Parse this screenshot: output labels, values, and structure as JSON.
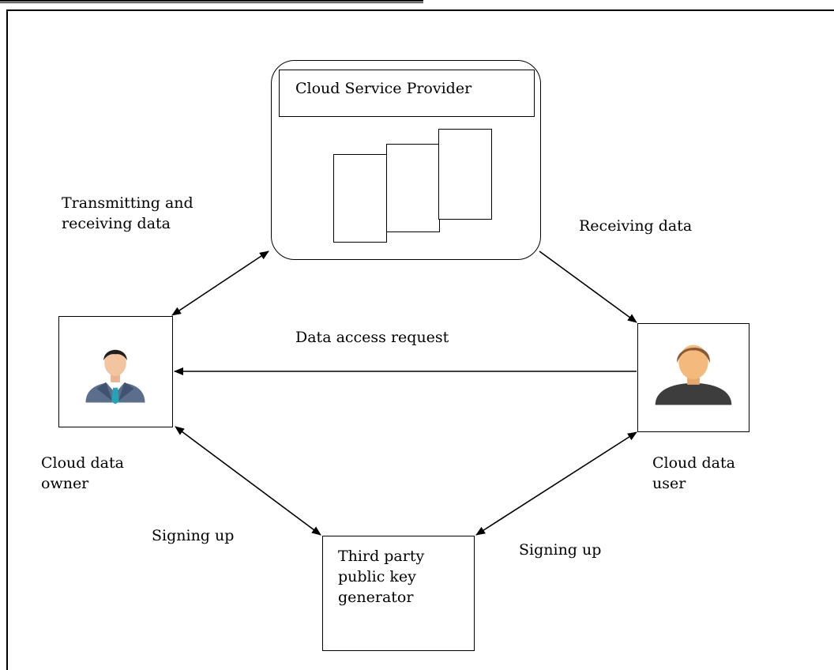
{
  "diagram": {
    "cloud_service_provider": {
      "title": "Cloud Service Provider"
    },
    "owner": {
      "caption": "Cloud data\nowner",
      "icon": "business-man-icon"
    },
    "user": {
      "caption": "Cloud data\nuser",
      "icon": "user-person-icon"
    },
    "third_party": {
      "label": "Third party\npublic key\ngenerator"
    },
    "edges": {
      "owner_csp": "Transmitting and\nreceiving data",
      "csp_user": "Receiving data",
      "user_owner": "Data access request",
      "owner_tp": "Signing up",
      "user_tp": "Signing up"
    }
  }
}
